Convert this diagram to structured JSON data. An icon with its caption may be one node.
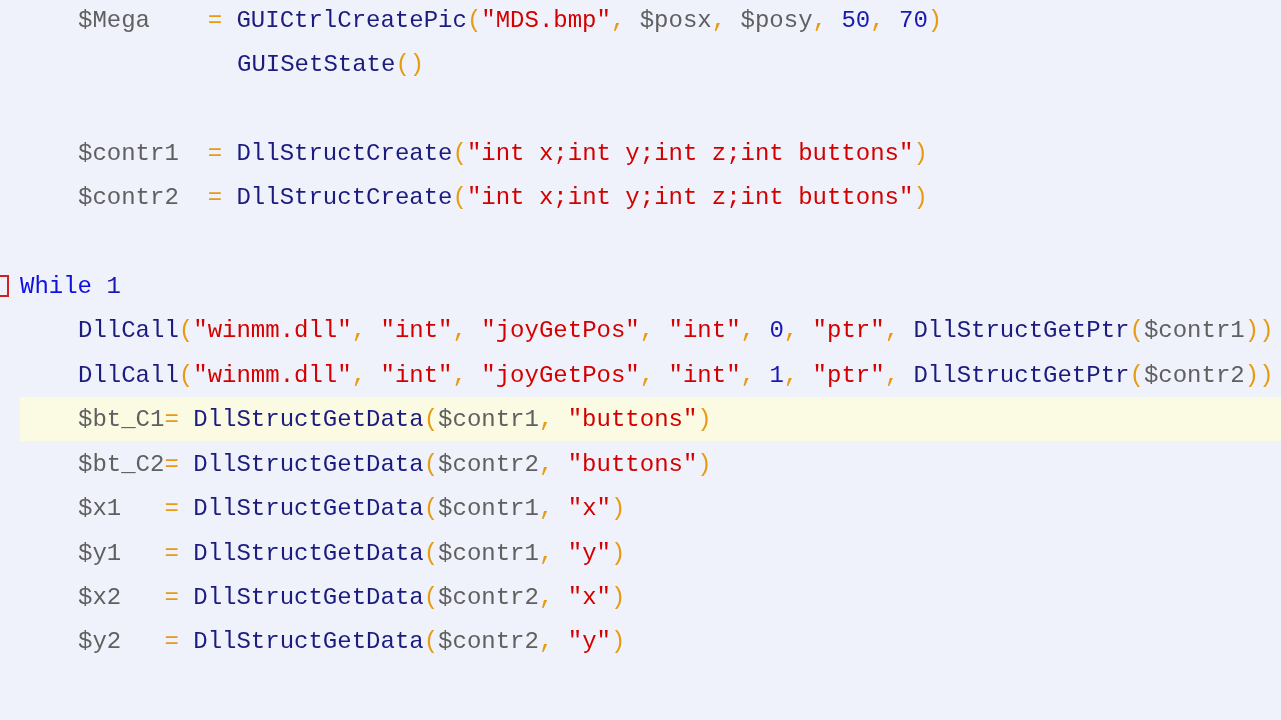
{
  "diagram": {
    "labels": [
      "$Mega    = GUICtrlCreatePic(\"MDS.bmp\", $posx, $posy, 50, 70)",
      "GUISetState()",
      "$contr1  = DllStructCreate(\"int x;int y;int z;int buttons\")",
      "$contr2  = DllStructCreate(\"int x;int y;int z;int buttons\")",
      "While 1",
      "DllCall(\"winmm.dll\", \"int\", \"joyGetPos\", \"int\", 0, \"ptr\", DllStructGetPtr($contr1))",
      "DllCall(\"winmm.dll\", \"int\", \"joyGetPos\", \"int\", 1, \"ptr\", DllStructGetPtr($contr2))",
      "$bt_C1= DllStructGetData($contr1, \"buttons\")",
      "$bt_C2= DllStructGetData($contr2, \"buttons\")",
      "$x1   = DllStructGetData($contr1, \"x\")",
      "$y1   = DllStructGetData($contr1, \"y\")",
      "$x2   = DllStructGetData($contr2, \"x\")",
      "$y2   = DllStructGetData($contr2, \"y\")"
    ]
  }
}
